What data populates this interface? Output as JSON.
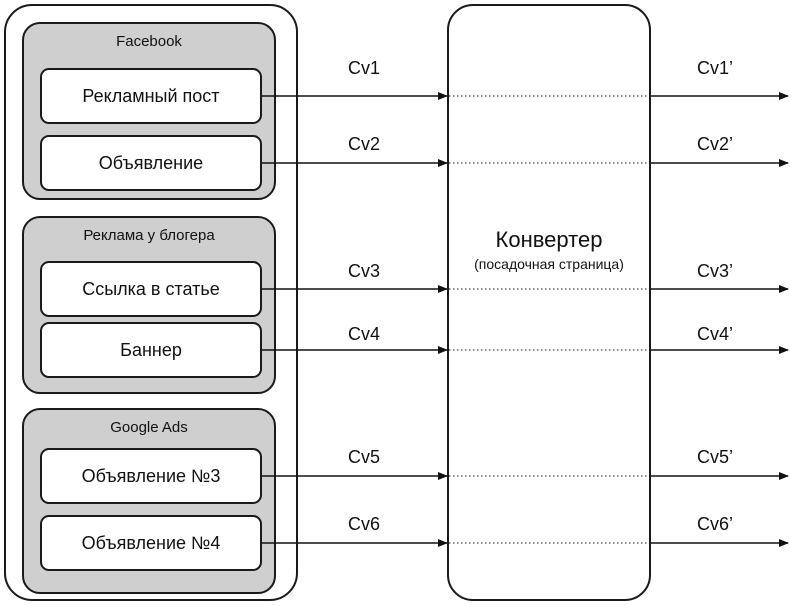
{
  "groups": [
    {
      "title": "Facebook",
      "items": [
        "Рекламный пост",
        "Объявление"
      ]
    },
    {
      "title": "Реклама у блогера",
      "items": [
        "Ссылка в статье",
        "Баннер"
      ]
    },
    {
      "title": "Google Ads",
      "items": [
        "Объявление №3",
        "Объявление №4"
      ]
    }
  ],
  "converter": {
    "title": "Конвертер",
    "subtitle": "(посадочная страница)"
  },
  "flows": [
    {
      "in": "Cv1",
      "out": "Cv1’"
    },
    {
      "in": "Cv2",
      "out": "Cv2’"
    },
    {
      "in": "Cv3",
      "out": "Cv3’"
    },
    {
      "in": "Cv4",
      "out": "Cv4’"
    },
    {
      "in": "Cv5",
      "out": "Cv5’"
    },
    {
      "in": "Cv6",
      "out": "Cv6’"
    }
  ]
}
